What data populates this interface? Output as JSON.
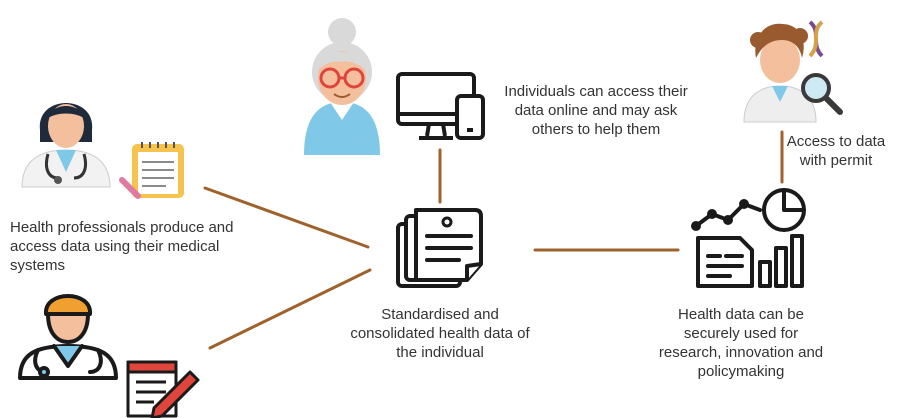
{
  "labels": {
    "individuals": "Individuals can access their data online and may ask others to help them",
    "access_permit": "Access to data with permit",
    "health_professionals": "Health professionals produce and access data using their medical systems",
    "standardised": "Standardised and consolidated health data of the individual",
    "health_data_use": "Health data can be securely used for research, innovation and policymaking"
  },
  "colors": {
    "connector": "#a0622d",
    "icon_outline": "#1a1a1a",
    "skin": "#f3bf9d",
    "hair_grey": "#d9d9d9",
    "shirt_blue": "#7fc8e8",
    "hair_brown": "#9a5a30",
    "hair_orange": "#f0a030",
    "notepad_yellow": "#f6c44e",
    "pencil_red": "#e0453c"
  }
}
